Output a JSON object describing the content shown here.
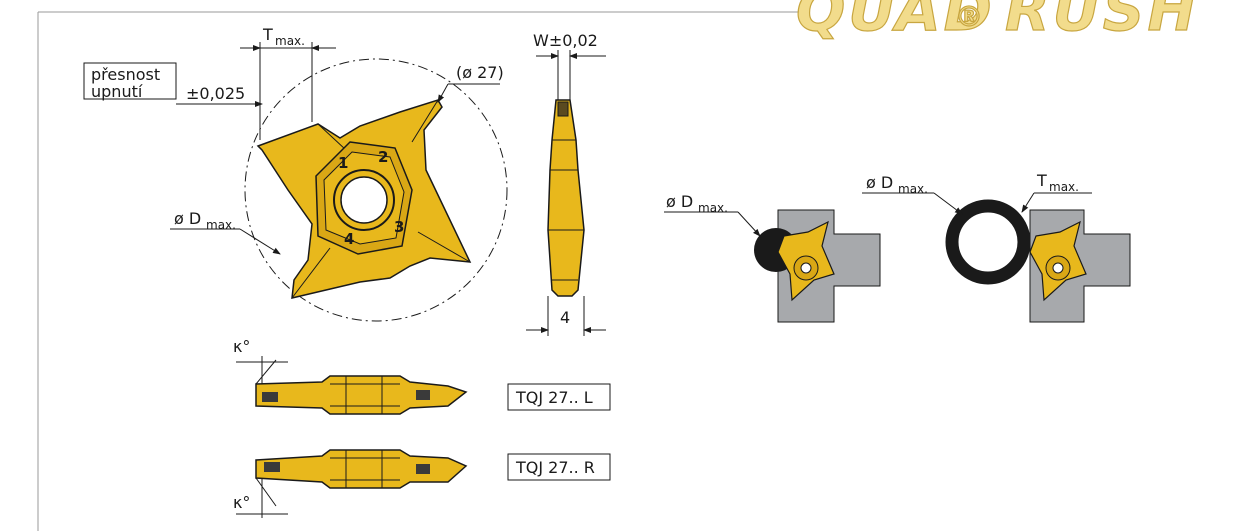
{
  "brand": {
    "logo_text": "QUAD",
    "logo_text_2": "RUSH",
    "logo_separator": "®"
  },
  "labels": {
    "t_max": "T",
    "t_max_sub": "max.",
    "clamp_accuracy_line1": "přesnost",
    "clamp_accuracy_line2": "upnutí",
    "clamp_tolerance": "±0,025",
    "diameter_27": "(ø 27)",
    "d_max_prefix": "ø D",
    "d_max_sub": "max.",
    "width_tol": "W±0,02",
    "thickness": "4",
    "kappa": "κ°",
    "model_left": "TQJ 27.. L",
    "model_right": "TQJ 27.. R"
  },
  "insert_numbers": [
    "1",
    "2",
    "3",
    "4"
  ],
  "colors": {
    "insert_gold": "#e8b81c",
    "insert_dark": "#c79510",
    "workpiece_gray": "#a7a9ac",
    "line": "#1a1a1a",
    "logo_fill": "#f2dc8c",
    "logo_stroke": "#c8a640"
  }
}
